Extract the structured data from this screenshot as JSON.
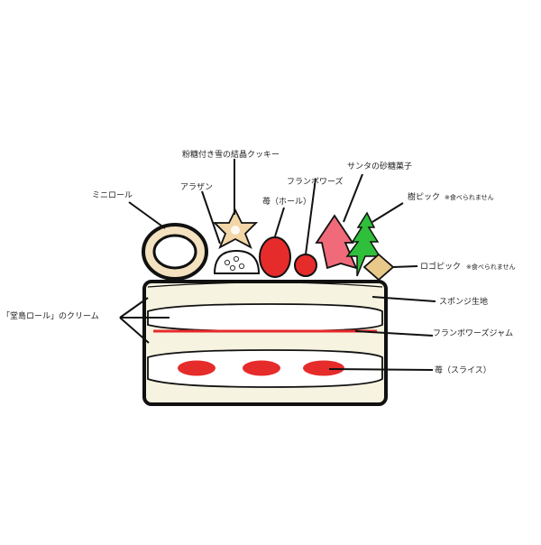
{
  "labels": {
    "cookie": "粉糖付き雪の結晶クッキー",
    "santa": "サンタの砂糖菓子",
    "framboise": "フランボワーズ",
    "mini_roll": "ミニロール",
    "arazan": "アラザン",
    "strawberry_whole": "苺（ホール）",
    "tree_pick": "樹ピック",
    "tree_pick_note": "※食べられません",
    "logo_pick": "ロゴピック",
    "logo_pick_note": "※食べられません",
    "sponge": "スポンジ生地",
    "cream": "「堂島ロール」のクリーム",
    "jam": "フランボワーズジャム",
    "strawberry_slice": "苺（スライス）"
  },
  "colors": {
    "outline": "#111111",
    "sponge": "#f7f3e1",
    "cream": "#ffffff",
    "strawberry": "#e62b2b",
    "jam": "#e62b2b",
    "santa": "#f06a7a",
    "tree": "#2fbf3a",
    "star": "#f3d6a8",
    "logo_pick": "#e9c98a",
    "mini_roll": "#f3e1bf"
  }
}
